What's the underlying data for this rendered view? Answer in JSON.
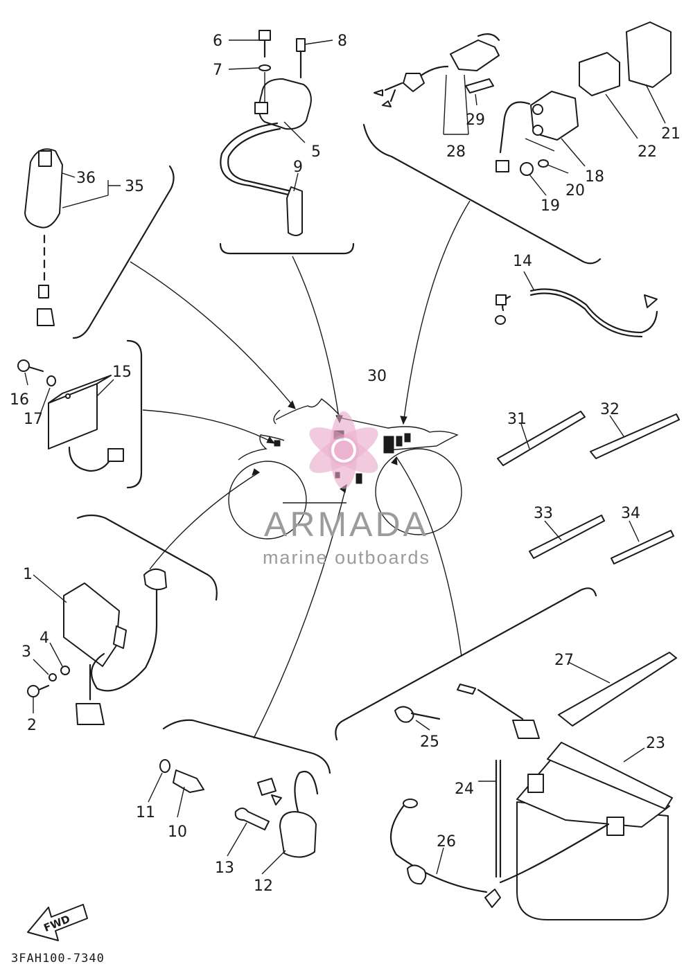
{
  "watermark": {
    "brand": "ARMADA",
    "tagline": "marine outboards",
    "logo_color": "#e8a6c8",
    "text_color": "#9b9b9b"
  },
  "diagram_code": "3FAH100-7340",
  "direction_label": "FWD",
  "callouts": {
    "c1": "1",
    "c2": "2",
    "c3": "3",
    "c4": "4",
    "c5": "5",
    "c6": "6",
    "c7": "7",
    "c8": "8",
    "c9": "9",
    "c10": "10",
    "c11": "11",
    "c12": "12",
    "c13": "13",
    "c14": "14",
    "c15": "15",
    "c16": "16",
    "c17": "17",
    "c18": "18",
    "c19": "19",
    "c20": "20",
    "c21": "21",
    "c22": "22",
    "c23": "23",
    "c24": "24",
    "c25": "25",
    "c26": "26",
    "c27": "27",
    "c28": "28",
    "c29": "29",
    "c30": "30",
    "c31": "31",
    "c32": "32",
    "c33": "33",
    "c34": "34",
    "c35": "35",
    "c36": "36"
  }
}
